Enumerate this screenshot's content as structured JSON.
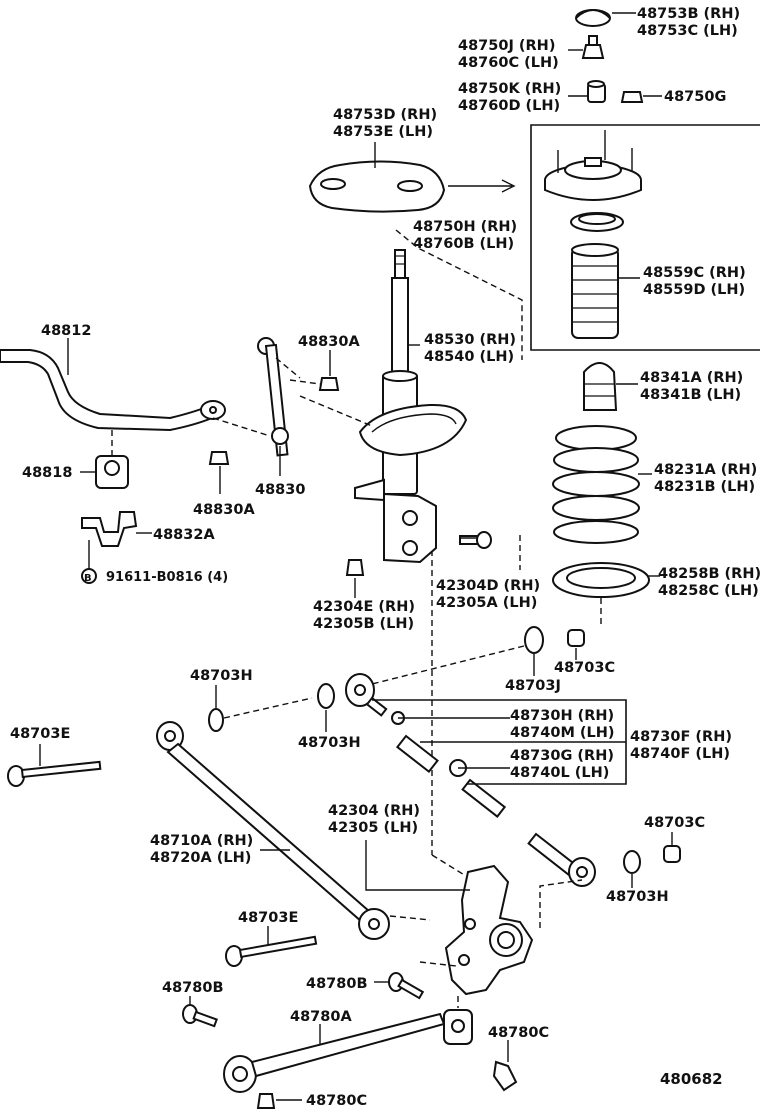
{
  "diagram_id": "480682",
  "callouts": {
    "p48753B": "48753B (RH)",
    "p48753C": "48753C (LH)",
    "p48750J": "48750J (RH)",
    "p48760C": "48760C (LH)",
    "p48750K": "48750K (RH)",
    "p48760D": "48760D (LH)",
    "p48750G": "48750G",
    "p48753D": "48753D (RH)",
    "p48753E": "48753E (LH)",
    "p48750H": "48750H (RH)",
    "p48760B": "48760B (LH)",
    "p48559C": "48559C (RH)",
    "p48559D": "48559D (LH)",
    "p48812": "48812",
    "p48830A_top": "48830A",
    "p48530": "48530 (RH)",
    "p48540": "48540 (LH)",
    "p48341A": "48341A (RH)",
    "p48341B": "48341B (LH)",
    "p48231A": "48231A (RH)",
    "p48231B": "48231B (LH)",
    "p48818": "48818",
    "p48830": "48830",
    "p48830A_bot": "48830A",
    "p48832A": "48832A",
    "p91611": "91611-B0816 (4)",
    "bolt_symbol": "B",
    "p42304D": "42304D (RH)",
    "p42305A": "42305A (LH)",
    "p48258B": "48258B (RH)",
    "p48258C": "48258C (LH)",
    "p42304E": "42304E (RH)",
    "p42305B": "42305B (LH)",
    "p48703C_top": "48703C",
    "p48703J": "48703J",
    "p48703H_a": "48703H",
    "p48703H_b": "48703H",
    "p48730H": "48730H (RH)",
    "p48740M": "48740M (LH)",
    "p48730F": "48730F (RH)",
    "p48740F": "48740F (LH)",
    "p48730G": "48730G (RH)",
    "p48740L": "48740L (LH)",
    "p48703E_a": "48703E",
    "p42304": "42304 (RH)",
    "p42305": "42305 (LH)",
    "p48703C_bot": "48703C",
    "p48710A": "48710A (RH)",
    "p48720A": "48720A (LH)",
    "p48703H_c": "48703H",
    "p48703E_b": "48703E",
    "p48780B_a": "48780B",
    "p48780B_b": "48780B",
    "p48780A": "48780A",
    "p48780C_a": "48780C",
    "p48780C_b": "48780C"
  }
}
